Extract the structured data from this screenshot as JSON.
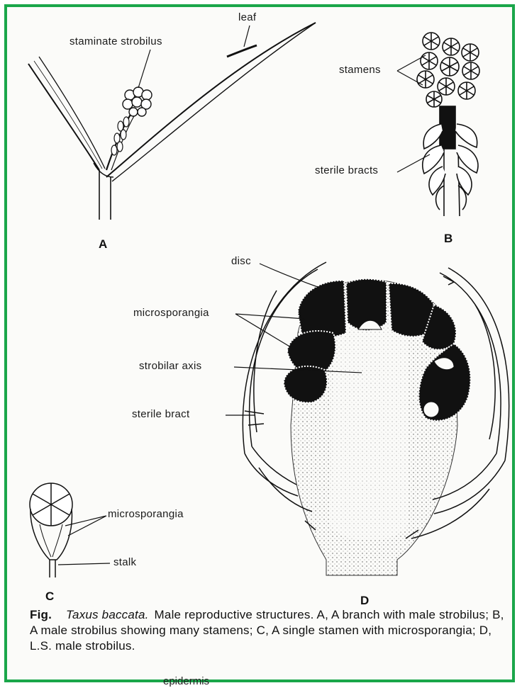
{
  "labels": {
    "staminate_strobilus": "staminate strobilus",
    "leaf": "leaf",
    "stamens": "stamens",
    "sterile_bracts": "sterile bracts",
    "disc": "disc",
    "microsporangia_d": "microsporangia",
    "strobilar_axis": "strobilar axis",
    "sterile_bract": "sterile bract",
    "microsporangia_c": "microsporangia",
    "stalk": "stalk"
  },
  "panels": {
    "a": "A",
    "b": "B",
    "c": "C",
    "d": "D"
  },
  "caption": {
    "fig": "Fig.",
    "species": "Taxus baccata.",
    "text": "Male reproductive structures. A, A branch with male strobilus; B, A male strobilus showing many stamens; C, A single stamen with microsporangia; D, L.S. male strobilus."
  },
  "cutoff_text": "epidermis",
  "colors": {
    "border": "#1aa64a",
    "ink": "#111111",
    "background": "#fbfbf9"
  }
}
